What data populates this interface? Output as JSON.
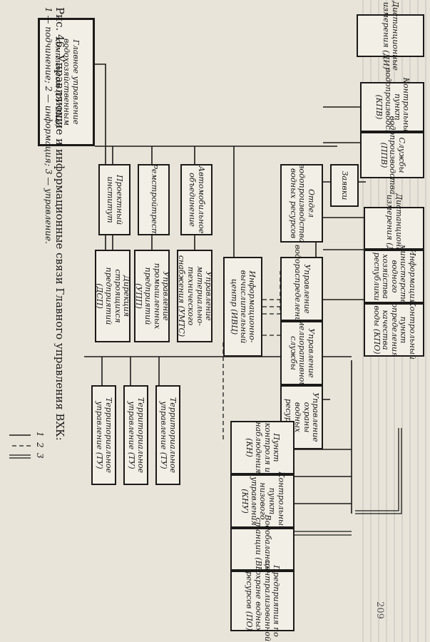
{
  "figure": {
    "caption": "Рис. 46. Управляющие и информационные связи Главного управления ВХК:",
    "legend_text": "1 — подчинение; 2 — информация; 3 — управление.",
    "legend": [
      "1",
      "2",
      "3"
    ]
  },
  "boxes": {
    "main": "Главное управление водохозяйственным комплексом (ГУ ВХК)",
    "info_center": "Информационно-вычислительный центр (ИВЦ)",
    "dist_measure": "Дистанционные измерения (ДИ)",
    "control_npv": "Контрольный пункт водопроизводства (КПВ)",
    "services_ppv": "Службы водопроизводства (ППВ)",
    "dept_water": "Отдел водопроизводства водных ресурсов",
    "requests": "Заявки",
    "dist_measure_di": "Дистанционные измерения (ДИ)",
    "ministry_info": "Информация министерства водного хозяйства республики",
    "quality_point": "Контрольный пункт определения качества воды (КПО)",
    "water_distribution": "Управление водораспределением",
    "melioration": "Управление мелиоративной службы",
    "protection": "Управление охраны водных ресурсов",
    "auto": "Автомобильное объединение",
    "supply": "Управление материально-технического снабжения (УМТС)",
    "repair": "Ремстройтрест",
    "industrial": "Управление промышленных предприятий (УПП)",
    "project": "Проектный институт",
    "construction": "Дирекция строящихся предприятий (ДСП)",
    "kin": "Пункт контроля и наблюдения (КН)",
    "knu": "Контрольный пункт низового управления (КНУ)",
    "vbs": "Водобалансовые станции (ВБС)",
    "po": "Предприятия по централизованной охране водных ресурсов (ПО)",
    "tu1": "Территориальное управление (ТУ)",
    "tu2": "Территориальное управление (ТУ)",
    "tu3": "Территориальное управление (ТУ)"
  },
  "page_number": "209"
}
